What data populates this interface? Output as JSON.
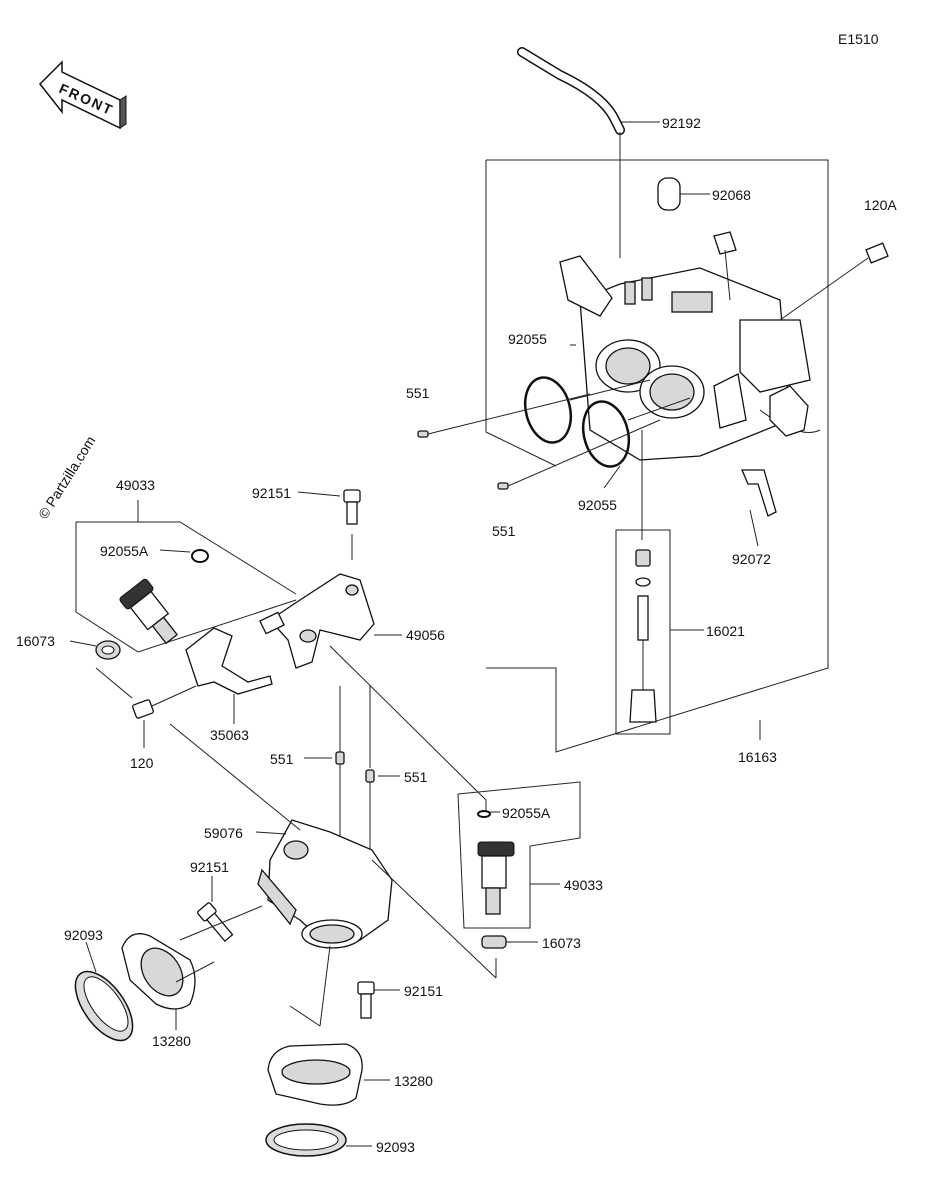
{
  "diagram_code": "E1510",
  "front_label": "FRONT",
  "watermark": "© Partzilla.com",
  "callouts": {
    "p92192": "92192",
    "p92068": "92068",
    "p120A": "120A",
    "p92055_a": "92055",
    "p551_a": "551",
    "p551_b": "551",
    "p92055_b": "92055",
    "p92072": "92072",
    "p16021": "16021",
    "p16163": "16163",
    "p49033_a": "49033",
    "p92055A_a": "92055A",
    "p16073_a": "16073",
    "p92151_a": "92151",
    "p49056": "49056",
    "p35063": "35063",
    "p120": "120",
    "p551_c": "551",
    "p551_d": "551",
    "p92055A_b": "92055A",
    "p59076": "59076",
    "p92151_b": "92151",
    "p49033_b": "49033",
    "p16073_b": "16073",
    "p92093_a": "92093",
    "p13280_a": "13280",
    "p92151_c": "92151",
    "p13280_b": "13280",
    "p92093_b": "92093"
  }
}
